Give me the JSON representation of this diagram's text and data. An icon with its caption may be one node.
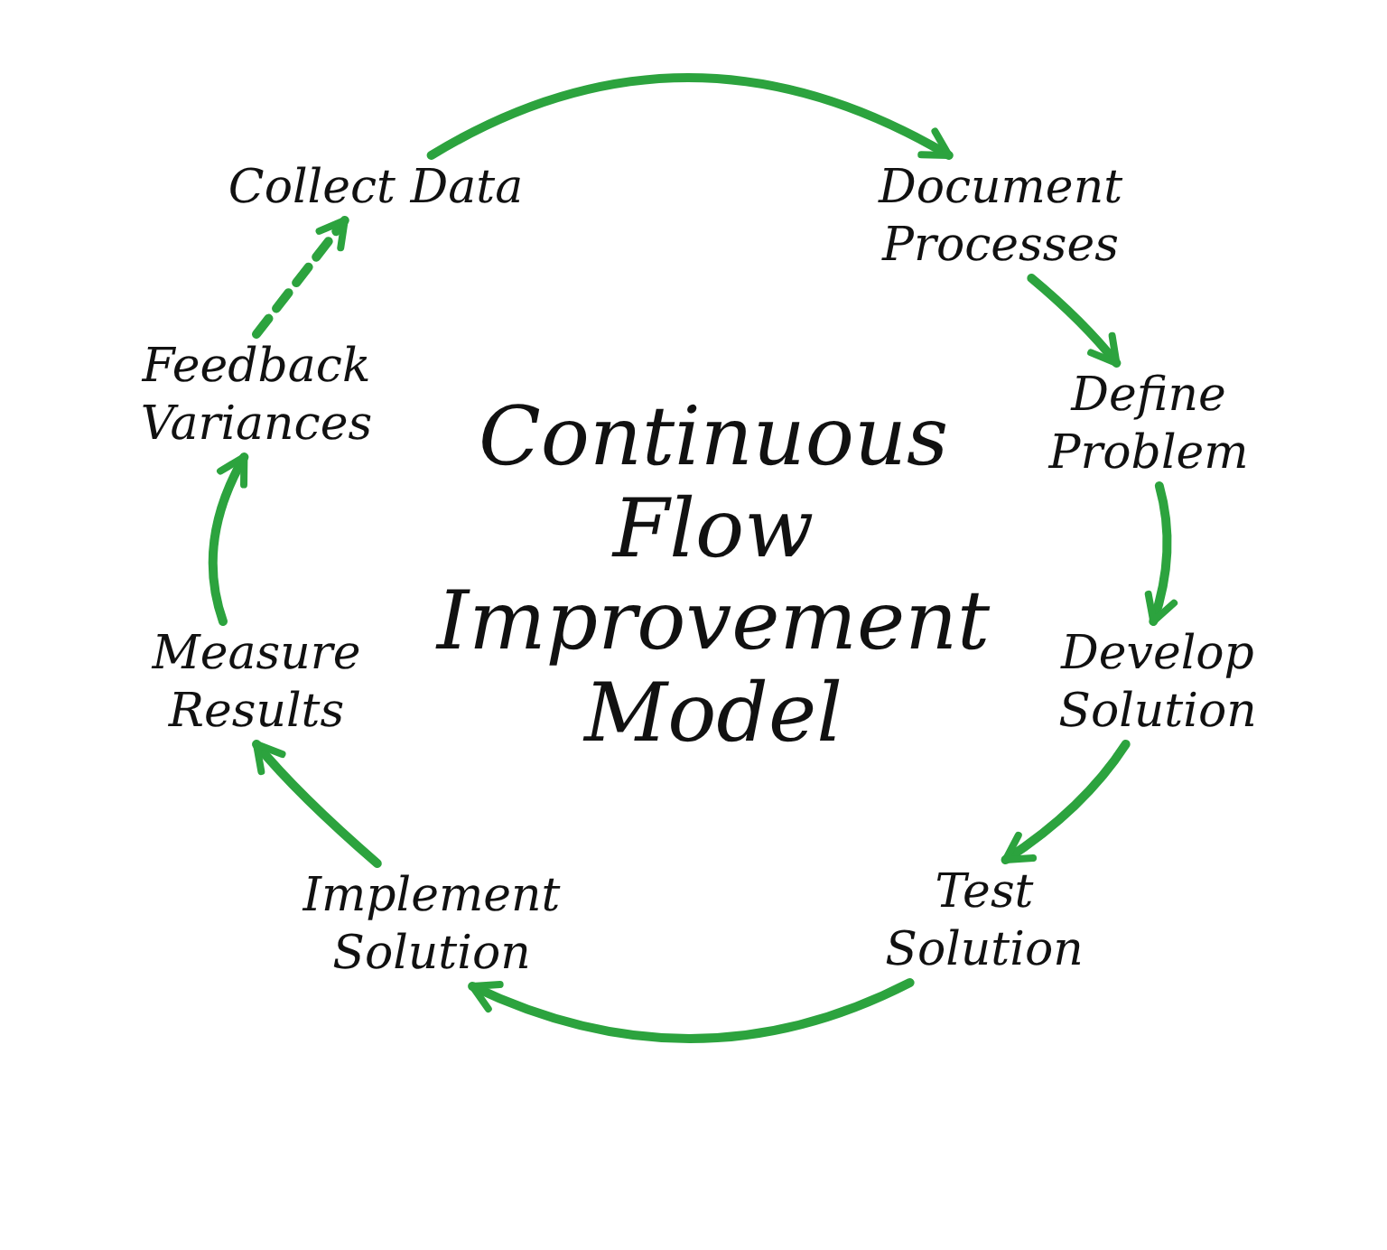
{
  "diagram": {
    "title": "Continuous Flow Improvement Model",
    "nodes": [
      {
        "text": [
          "Collect Data"
        ]
      },
      {
        "text": [
          "Document Processes"
        ]
      },
      {
        "text": [
          "Define Problem"
        ]
      },
      {
        "text": [
          "Develop Solution"
        ]
      },
      {
        "text": [
          "Test Solution"
        ]
      },
      {
        "text": [
          "Implement Solution"
        ]
      },
      {
        "text": [
          "Measure Results"
        ]
      },
      {
        "text": [
          "Feedback Variances"
        ]
      }
    ],
    "edges": [
      {
        "from": 0,
        "to": 1,
        "arrow": "to"
      },
      {
        "from": 1,
        "to": 2,
        "arrow": "to"
      },
      {
        "from": 2,
        "to": 3,
        "arrow": "to"
      },
      {
        "from": 3,
        "to": 4,
        "arrow": "to"
      },
      {
        "from": 4,
        "to": 5,
        "arrow": "to"
      },
      {
        "from": 5,
        "to": 6,
        "arrow": "to"
      },
      {
        "from": 6,
        "to": 7,
        "arrow": "to"
      },
      {
        "from": 7,
        "to": 0,
        "arrow": "to",
        "style": "dashed"
      }
    ]
  }
}
